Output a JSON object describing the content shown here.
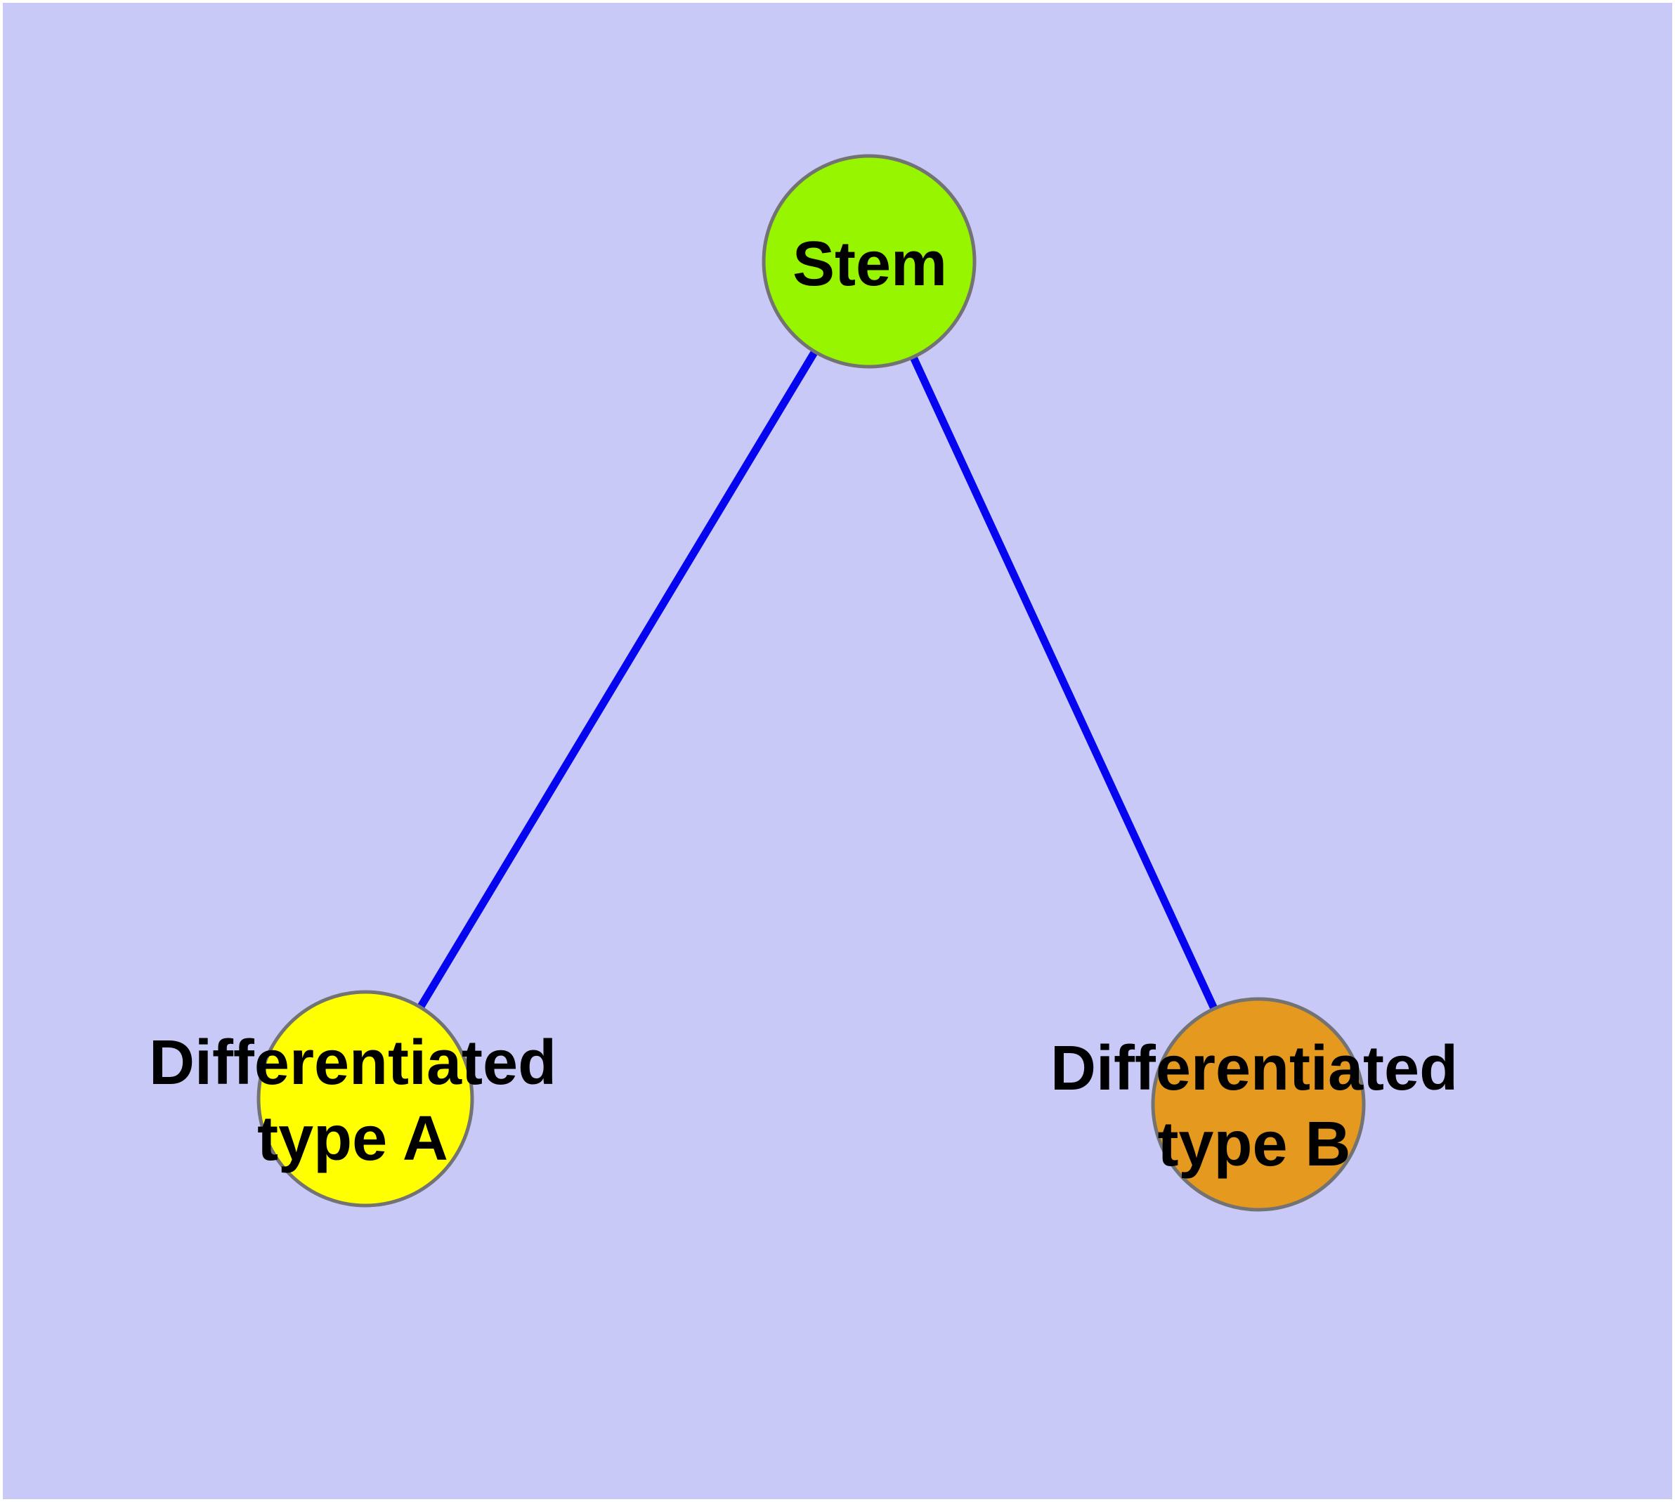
{
  "diagram": {
    "background_color": "#c9c9f7",
    "frame_color": "#ffffff",
    "text_color": "#000000",
    "node_border_color": "#737373",
    "edge_color": "#0505f0",
    "nodes": [
      {
        "id": "stem",
        "label": "Stem",
        "fill": "#97f500"
      },
      {
        "id": "type-a",
        "label_line1": "Differentiated",
        "label_line2": "type A",
        "fill": "#ffff00"
      },
      {
        "id": "type-b",
        "label_line1": "Differentiated",
        "label_line2": "type B",
        "fill": "#e5991e"
      }
    ],
    "edges": [
      {
        "from": "Stem",
        "to": "Differentiated type A"
      },
      {
        "from": "Stem",
        "to": "Differentiated type B"
      }
    ]
  }
}
